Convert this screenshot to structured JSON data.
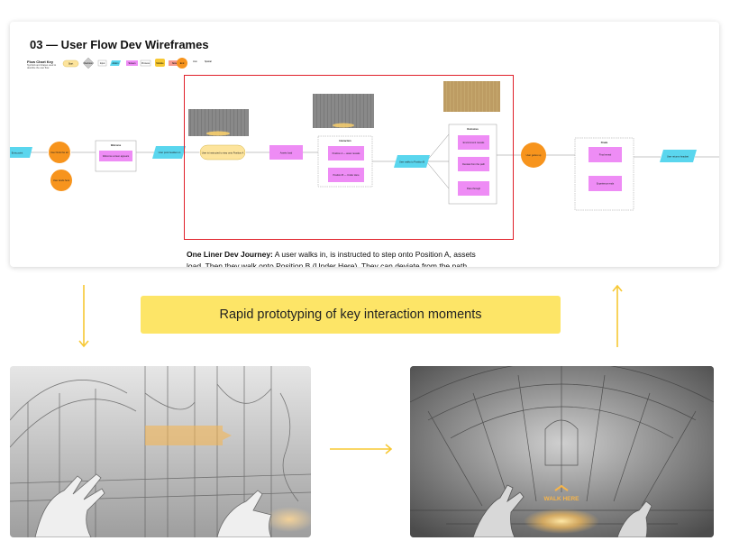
{
  "board": {
    "title": "03 — User Flow Dev Wireframes",
    "key_title": "Flow Chart Key",
    "key_sub": "Symbols and shapes used to describe the user flow",
    "key_items": [
      "Start",
      "Decision",
      "Input",
      "Action",
      "Screen",
      "Process",
      "Module",
      "Note",
      "End",
      "Icon",
      "Spatial"
    ],
    "nodes": {
      "entry_left": "Entry point",
      "circle_1": "User finds the art",
      "circle_2": "User lands here",
      "box_1_head": "Welcome",
      "box_1_item": "Welcome screen appears",
      "para_1": "User puts headset on",
      "pill_1": "User is instructed to step onto Position A",
      "box_2": "Assets load",
      "group_1_head": "Interaction",
      "group_1_a": "Position A — asset reveals",
      "group_1_b": "Position B — Under Here",
      "para_2": "User walks to Position B",
      "group_2_head": "Outcomes",
      "group_2_a": "Environment reveals",
      "group_2_b": "Deviate from the path",
      "group_2_c": "Pass through",
      "circle_3": "User gazes up",
      "group_3_head": "Finale",
      "group_3_a": "Final reveal",
      "group_3_b": "Experience ends",
      "para_3": "User returns headset"
    }
  },
  "one_liner": {
    "label": "One Liner Dev Journey:",
    "text": "A user walks in, is instructed to step onto Position A, assets load. Then they walk onto Position B (Under Here). They can deviate from the path"
  },
  "banner": {
    "text": "Rapid prototyping of key interaction moments"
  },
  "sketch_left": {
    "label": ""
  },
  "sketch_right": {
    "label": "WALK HERE"
  },
  "colors": {
    "accent_yellow": "#fde567",
    "arrow_yellow": "#f7c833",
    "node_orange": "#f7941d",
    "node_cyan": "#5ad6ee",
    "node_purple": "#ee8cf5",
    "node_pill": "#fde49c",
    "frame_red": "#e0202a"
  }
}
